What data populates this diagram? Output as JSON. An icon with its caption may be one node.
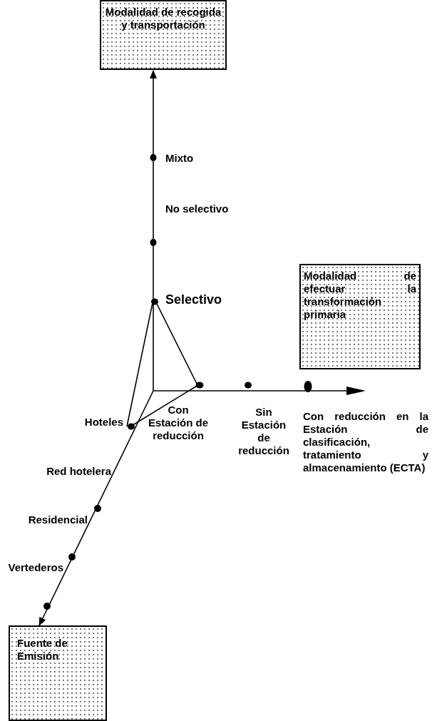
{
  "diagram": {
    "nodes": [
      {
        "text": [
          "Modalidad de recogida y transportación"
        ]
      },
      {
        "text": [
          "Modalidad de efectuar la transformación primaria"
        ]
      },
      {
        "text": [
          "Fuente de Emisión"
        ]
      }
    ],
    "edges": [
      {
        "from": null,
        "to": 0,
        "arrow": "to"
      },
      {
        "from": null,
        "to": 2,
        "arrow": "to"
      }
    ],
    "labels": [
      "Mixto",
      "No selectivo",
      "Selectivo",
      "Con Estación de reducción",
      "Sin Estación de reducción",
      "Con reducción en la Estación de clasificación, tratamiento y almacenamiento (ECTA)",
      "Hoteles",
      "Red hotelera",
      "Residencial",
      "Vertederos"
    ]
  }
}
